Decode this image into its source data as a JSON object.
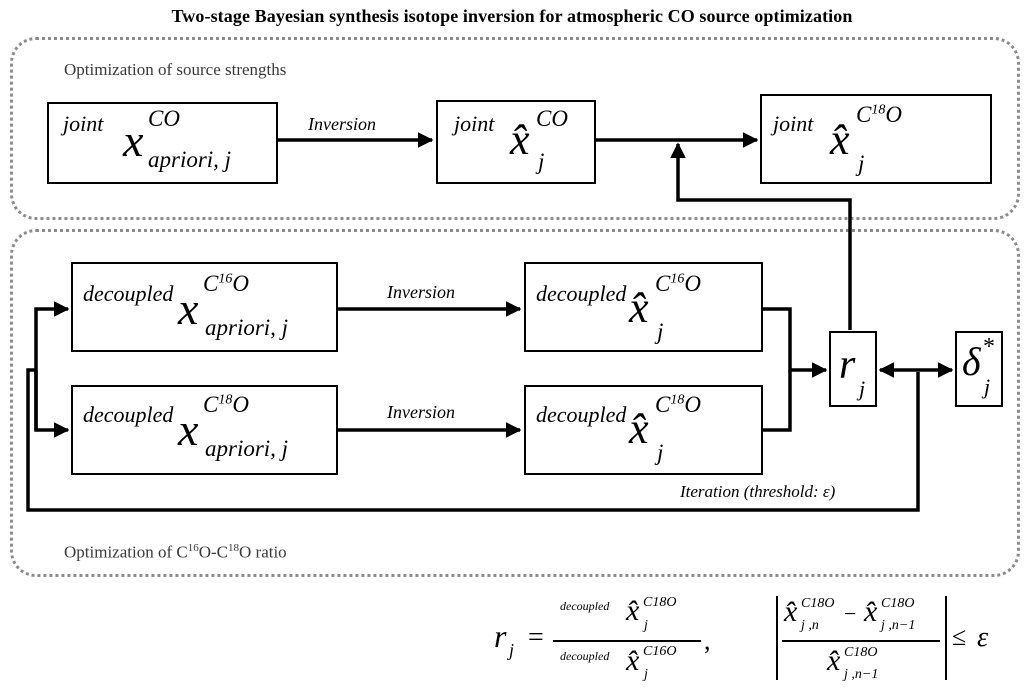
{
  "title": "Two-stage Bayesian synthesis isotope inversion for atmospheric CO source optimization",
  "panels": {
    "top_label": "Optimization of source strengths",
    "bottom_label_prefix": "Optimization of C",
    "bottom_label_sup1": "16",
    "bottom_label_mid": "O-C",
    "bottom_label_sup2": "18",
    "bottom_label_suffix": "O ratio"
  },
  "nodes": {
    "joint_prior": {
      "prefix": "joint",
      "var": "x",
      "sup": "CO",
      "sub": "apriori, j"
    },
    "joint_post_co": {
      "prefix": "joint",
      "var": "x̂",
      "sup": "CO",
      "sub": "j"
    },
    "joint_post_c18o": {
      "prefix": "joint",
      "var": "x̂",
      "sup_c": "C",
      "sup_num": "18",
      "sup_o": "O",
      "sub": "j"
    },
    "dec_prior_16": {
      "prefix": "decoupled",
      "var": "x",
      "sup_c": "C",
      "sup_num": "16",
      "sup_o": "O",
      "sub": "apriori, j"
    },
    "dec_post_16": {
      "prefix": "decoupled",
      "var": "x̂",
      "sup_c": "C",
      "sup_num": "16",
      "sup_o": "O",
      "sub": "j"
    },
    "dec_prior_18": {
      "prefix": "decoupled",
      "var": "x",
      "sup_c": "C",
      "sup_num": "18",
      "sup_o": "O",
      "sub": "apriori, j"
    },
    "dec_post_18": {
      "prefix": "decoupled",
      "var": "x̂",
      "sup_c": "C",
      "sup_num": "18",
      "sup_o": "O",
      "sub": "j"
    },
    "ratio": {
      "var": "r",
      "sub": "j"
    },
    "delta": {
      "var": "δ",
      "sup": "*",
      "sub": "j"
    }
  },
  "edge_labels": {
    "inversion_top": "Inversion",
    "inversion_mid": "Inversion",
    "inversion_bot": "Inversion",
    "iteration": "Iteration (threshold: ε)"
  },
  "formulas": {
    "ratio_lhs": "r",
    "ratio_lhs_sub": "j",
    "eq": "=",
    "num_prefix": "decoupled",
    "num_var": "x̂",
    "num_sup": "C18O",
    "num_sub": "j",
    "den_prefix": "decoupled",
    "den_var": "x̂",
    "den_sup": "C16O",
    "den_sub": "j",
    "comma": ",",
    "conv_var": "x̂",
    "conv_sup": "C18O",
    "conv_sub_n": "j ,n",
    "conv_minus": "−",
    "conv_sub_n1": "j ,n−1",
    "leq": "≤",
    "eps": "ε"
  }
}
